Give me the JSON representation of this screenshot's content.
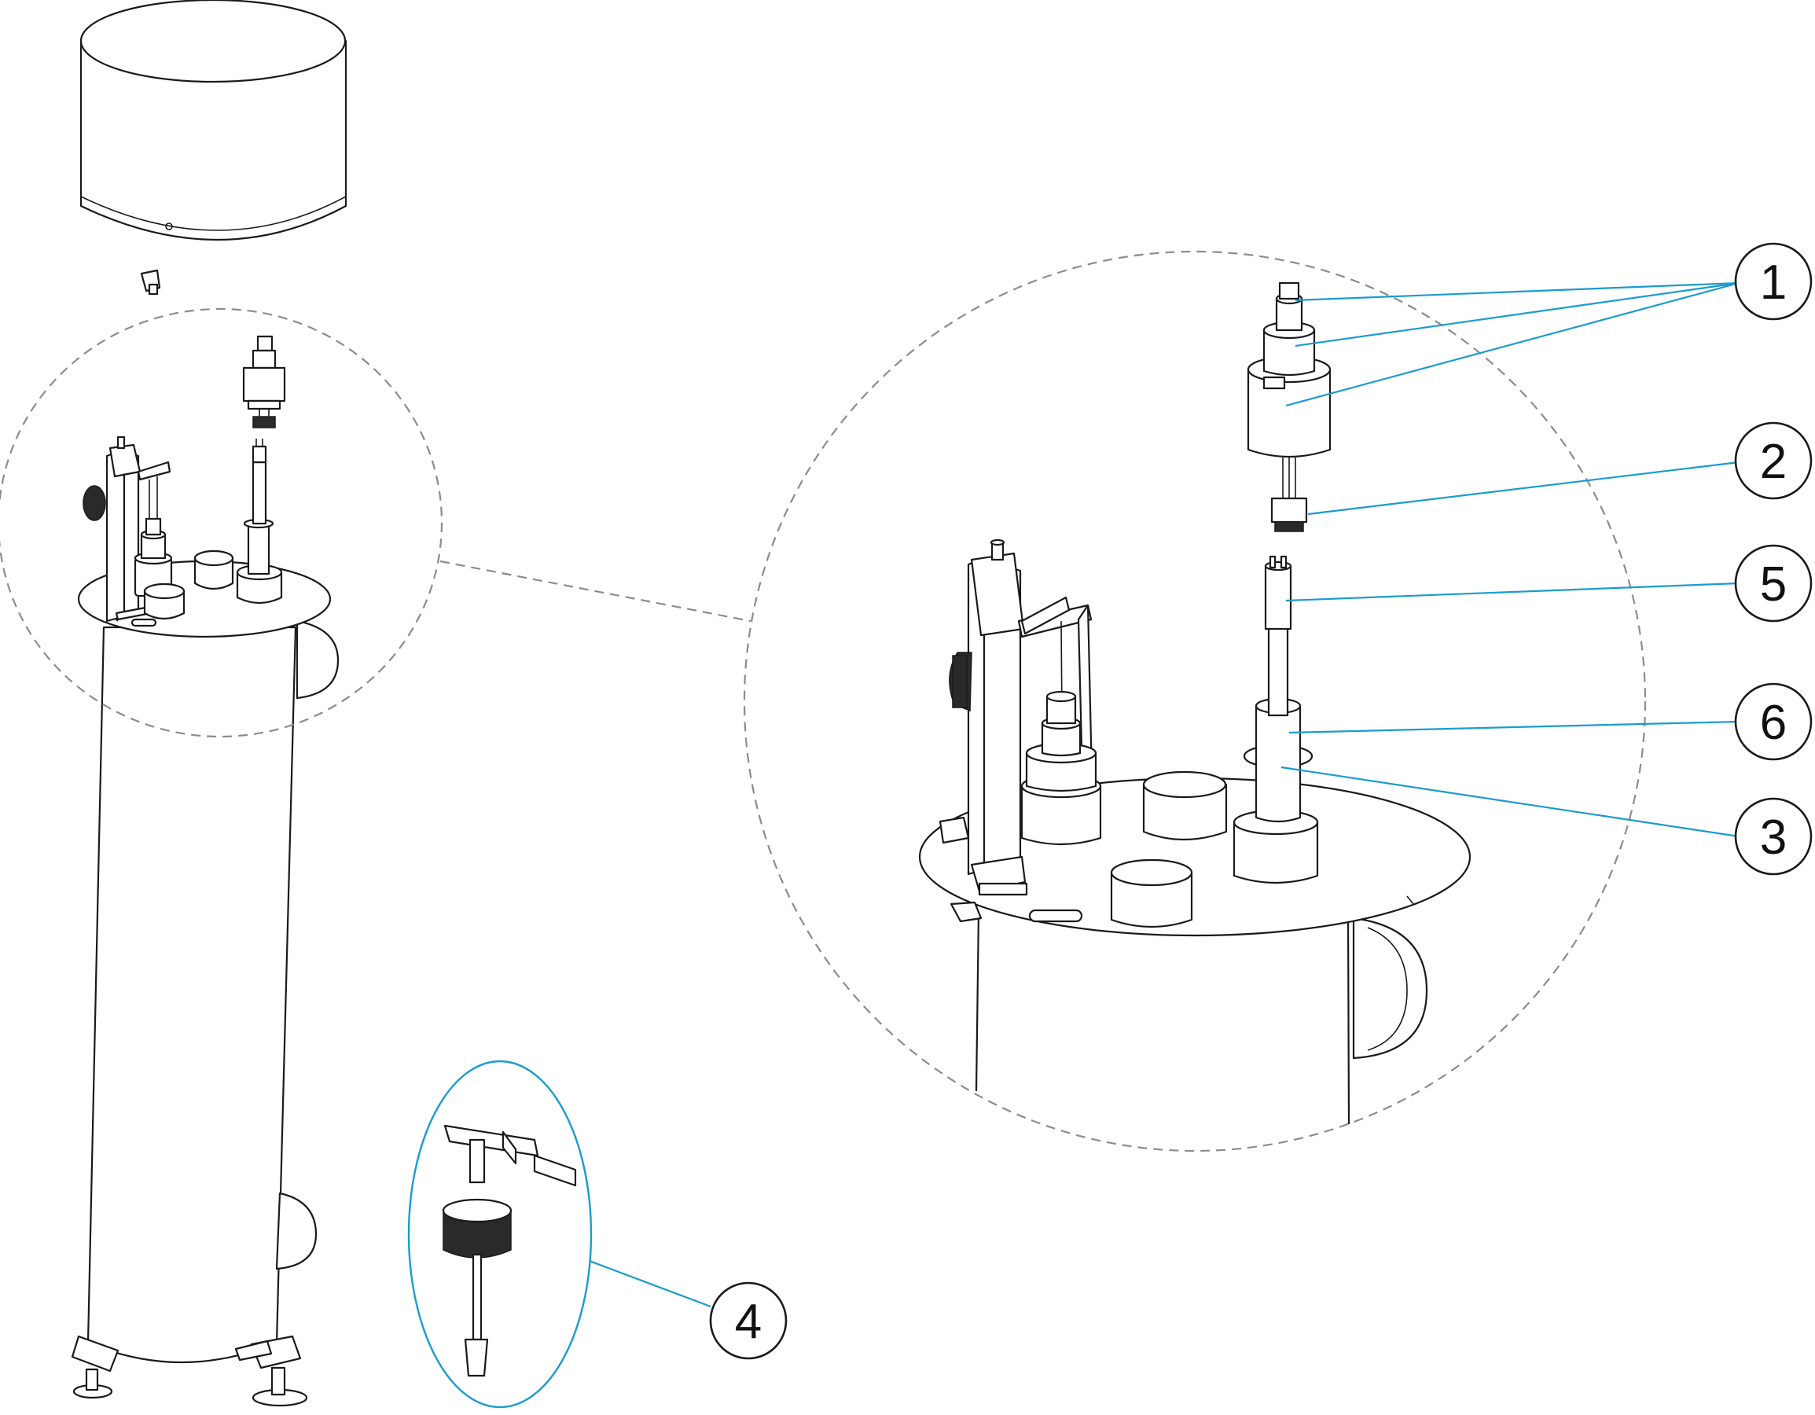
{
  "colors": {
    "leader": "#1a9bcf",
    "outline": "#1a1a1a",
    "detail_ring": "#8c8c8c",
    "background": "#ffffff"
  },
  "callouts": [
    {
      "label": "1"
    },
    {
      "label": "2"
    },
    {
      "label": "5"
    },
    {
      "label": "6"
    },
    {
      "label": "3"
    },
    {
      "label": "4"
    }
  ]
}
